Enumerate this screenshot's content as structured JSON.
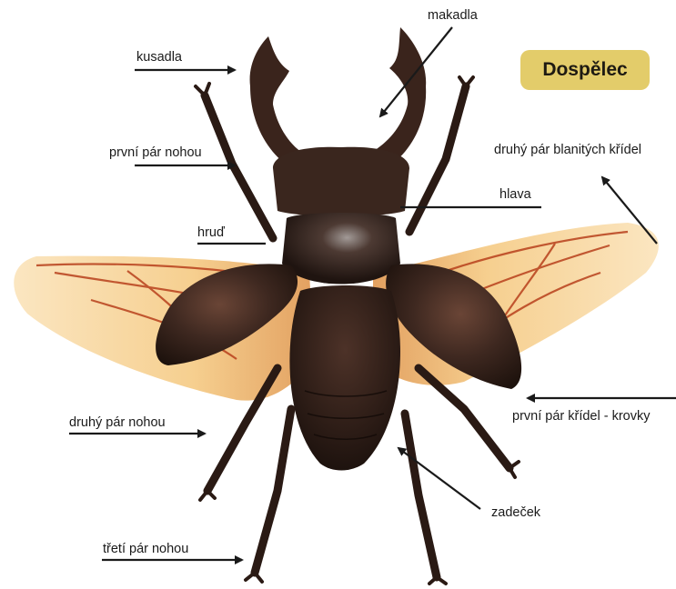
{
  "title": "Dospělec",
  "labels": {
    "kusadla": "kusadla",
    "makadla": "makadla",
    "prvni_par_nohou": "první pár nohou",
    "druhy_par_kridel": "druhý pár blanitých křídel",
    "hlava": "hlava",
    "hrud": "hruď",
    "prvni_par_kridel": "první pár křídel - krovky",
    "druhy_par_nohou": "druhý pár nohou",
    "zadecek": "zadeček",
    "treti_par_nohou": "třetí pár nohou"
  },
  "colors": {
    "badge": "#e3cc6a",
    "arrow": "#1a1a1a",
    "beetle_body": "#2e1d16",
    "wing": "#f4c98a",
    "wing_vein": "#b8401c"
  }
}
